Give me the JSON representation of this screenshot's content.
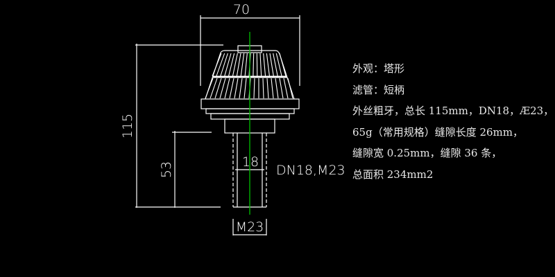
{
  "drawing": {
    "title": "Tower-shaped water filter nozzle (short stem)",
    "colors": {
      "background": "#000000",
      "lines": "#ffffff",
      "centerline": "#00c000"
    },
    "dimensions": {
      "top_width": "70",
      "total_height": "115",
      "stem_length": "53",
      "inner_diameter": "18",
      "thread": "M23"
    },
    "callout": "DN18,M23"
  },
  "notes": [
    "外观：塔形",
    "滤管：短柄",
    "外丝粗牙，总长 115mm，DN18，Æ23，",
    "65g（常用规格）缝隙长度 26mm，",
    "缝隙宽 0.25mm，缝隙 36 条，",
    "总面积 234mm2"
  ]
}
